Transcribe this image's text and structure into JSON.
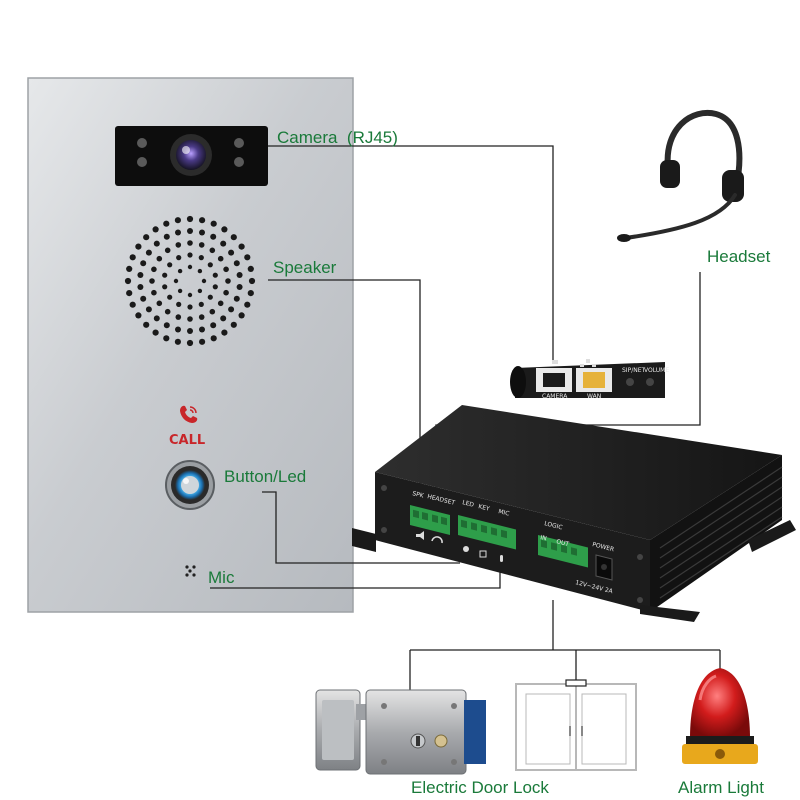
{
  "labels": {
    "camera": "Camera  (RJ45)",
    "speaker": "Speaker",
    "button_led": "Button/Led",
    "mic": "Mic",
    "headset": "Headset",
    "door_lock": "Electric Door Lock",
    "alarm_light": "Alarm Light"
  },
  "panel": {
    "call_text": "CALL"
  },
  "module": {
    "spk": "SPK",
    "headset": "HEADSET",
    "led": "LED",
    "key": "KEY",
    "mic": "MIC",
    "logic": "LOGIC",
    "in": "IN",
    "out": "OUT",
    "power": "POWER",
    "voltage": "12V~24V 2A"
  },
  "adapter": {
    "camera": "CAMERA",
    "wan": "WAN",
    "sip_net": "SIP/NET",
    "volume": "VOLUME"
  },
  "colors": {
    "label_green": "#1a7a3a",
    "call_red": "#c8262a",
    "panel_steel": "#cfd2d5",
    "module_black": "#1c1c1c",
    "terminal_green": "#2e9e4a",
    "alarm_red": "#d21c1c"
  }
}
